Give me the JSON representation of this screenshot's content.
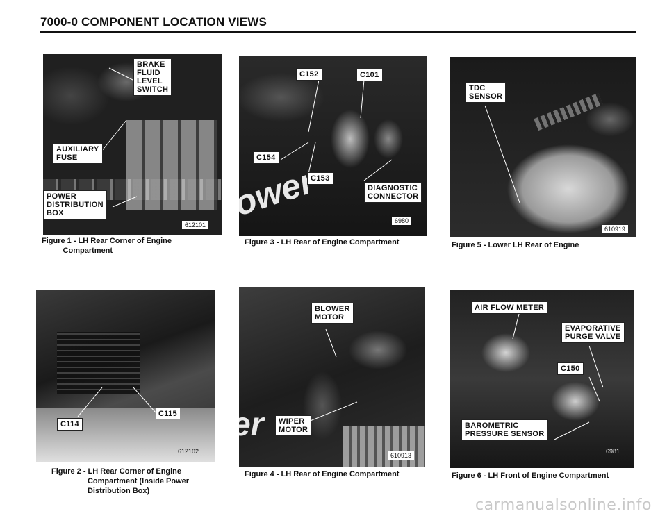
{
  "header": {
    "title": "7000-0   COMPONENT LOCATION VIEWS"
  },
  "figures": [
    {
      "caption": "Figure 1 - LH Rear Corner of Engine\n          Compartment",
      "ref": "612101",
      "labels": [
        "BRAKE\nFLUID\nLEVEL\nSWITCH",
        "AUXILIARY\nFUSE",
        "POWER\nDISTRIBUTION\nBOX"
      ]
    },
    {
      "caption": "Figure 2 - LH Rear Corner of Engine\n                 Compartment (Inside Power\n                 Distribution Box)",
      "ref": "612102",
      "labels": [
        "C114",
        "C115"
      ]
    },
    {
      "caption": "Figure 3 - LH Rear of Engine Compartment",
      "ref": "6980",
      "labels": [
        "C152",
        "C101",
        "C154",
        "C153",
        "DIAGNOSTIC\nCONNECTOR"
      ],
      "overlay_text": "ower"
    },
    {
      "caption": "Figure 4 - LH Rear of Engine Compartment",
      "ref": "610913",
      "labels": [
        "BLOWER\nMOTOR",
        "WIPER\nMOTOR"
      ],
      "overlay_text": "er"
    },
    {
      "caption": "Figure 5 - Lower LH Rear of Engine",
      "ref": "610919",
      "labels": [
        "TDC\nSENSOR"
      ]
    },
    {
      "caption": "Figure 6 - LH Front of Engine Compartment",
      "ref": "6981",
      "labels": [
        "AIR FLOW METER",
        "EVAPORATIVE\nPURGE VALVE",
        "C150",
        "BAROMETRIC\nPRESSURE SENSOR"
      ]
    }
  ],
  "watermark": "carmanualsonline.info",
  "colors": {
    "photo_dark": "#1b1b1b",
    "photo_mid": "#5a5a5a",
    "label_bg": "#ffffff"
  }
}
